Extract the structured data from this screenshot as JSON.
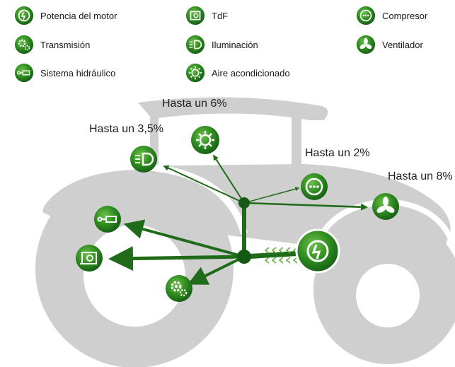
{
  "legend": [
    {
      "id": "motor",
      "label": "Potencia del motor",
      "icon": "motor-power-icon"
    },
    {
      "id": "tdf",
      "label": "TdF",
      "icon": "pto-icon"
    },
    {
      "id": "compresor",
      "label": "Compresor",
      "icon": "compressor-icon"
    },
    {
      "id": "transmision",
      "label": "Transmisión",
      "icon": "gears-icon"
    },
    {
      "id": "iluminacion",
      "label": "Iluminación",
      "icon": "headlight-icon"
    },
    {
      "id": "ventilador",
      "label": "Ventilador",
      "icon": "fan-icon"
    },
    {
      "id": "hidraulico",
      "label": "Sistema hidráulico",
      "icon": "hydraulic-cylinder-icon"
    },
    {
      "id": "aire",
      "label": "Aire acondicionado",
      "icon": "snowflake-icon"
    }
  ],
  "percentages": {
    "aire": "Hasta un 6%",
    "iluminacion": "Hasta un 3,5%",
    "compresor": "Hasta un 2%",
    "ventilador": "Hasta un 8%"
  },
  "colors": {
    "green_dark": "#145a14",
    "green_mid": "#2d8a1e",
    "green_light": "#6cc04a",
    "arrow": "#1f6b1a",
    "tractor": "#cfcfcf"
  }
}
